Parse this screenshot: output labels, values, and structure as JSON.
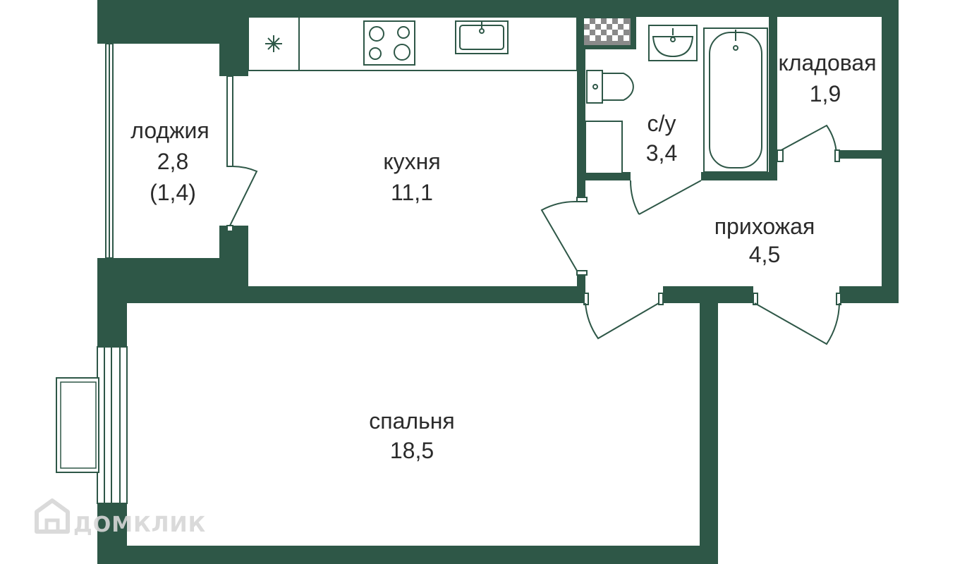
{
  "colors": {
    "wall": "#2e5747",
    "text": "#2b2b2b",
    "watermark": "#d6d6d6",
    "background": "#ffffff"
  },
  "rooms": {
    "loggia": {
      "name": "лоджия",
      "area": "2,8",
      "area_net": "(1,4)"
    },
    "kitchen": {
      "name": "кухня",
      "area": "11,1"
    },
    "bathroom": {
      "name": "с/у",
      "area": "3,4"
    },
    "storage": {
      "name": "кладовая",
      "area": "1,9"
    },
    "hallway": {
      "name": "прихожая",
      "area": "4,5"
    },
    "bedroom": {
      "name": "спальня",
      "area": "18,5"
    }
  },
  "watermark": {
    "text": "ДОМКЛИК",
    "icon": "house-logo-icon"
  },
  "fixtures": [
    "fridge-icon",
    "stove-icon",
    "kitchen-sink-icon",
    "ventilation-shaft-icon",
    "wash-basin-icon",
    "toilet-icon",
    "bathtub-icon",
    "washing-machine-icon"
  ]
}
